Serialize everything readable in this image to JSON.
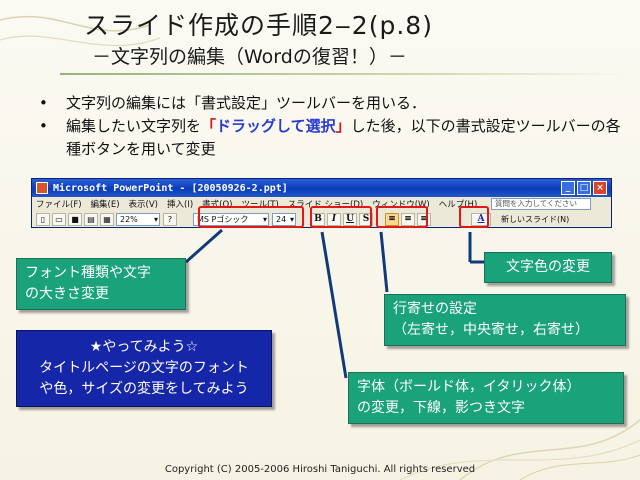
{
  "slide": {
    "title": "スライド作成の手順2‒2(p.8)",
    "subtitle": "－文字列の編集（Wordの復習！）－",
    "bullets": [
      {
        "before": "文字列の編集には「書式設定」ツールバーを用いる．"
      },
      {
        "before": "編集したい文字列を",
        "hl1": "「",
        "hl2": "ドラッグして選択",
        "hl3": "」",
        "after": "した後，以下の書式設定ツールバーの各種ボタンを用いて変更"
      }
    ],
    "footer": "Copyright (C) 2005-2006 Hiroshi Taniguchi. All rights reserved"
  },
  "window": {
    "title": "Microsoft PowerPoint - [20050926-2.ppt]",
    "menus": [
      "ファイル(F)",
      "編集(E)",
      "表示(V)",
      "挿入(I)",
      "書式(O)",
      "ツール(T)",
      "スライド ショー(D)",
      "ウィンドウ(W)",
      "ヘルプ(H)"
    ],
    "help_placeholder": "質問を入力してください",
    "zoom": "22%",
    "font_name": "MS Pゴシック",
    "font_size": "24",
    "bold": "B",
    "italic": "I",
    "underline": "U",
    "shadow": "S",
    "font_color_icon": "A",
    "new_slide": "新しいスライド(N)"
  },
  "callouts": {
    "font": [
      "フォント種類や文字",
      "の大きさ変更"
    ],
    "color": "文字色の変更",
    "align": [
      "行寄せの設定",
      "（左寄せ，中央寄せ，右寄せ）"
    ],
    "style": [
      "字体（ボールド体，イタリック体）",
      "の変更，下線，影つき文字"
    ],
    "try": [
      "★やってみよう☆",
      "タイトルページの文字のフォント",
      "や色，サイズの変更をしてみよう"
    ]
  },
  "colors": {
    "callout_green": "#1aa37a",
    "callout_blue": "#1626a8",
    "highlight_red": "#e01818",
    "highlight_blue": "#2a3bd0"
  }
}
